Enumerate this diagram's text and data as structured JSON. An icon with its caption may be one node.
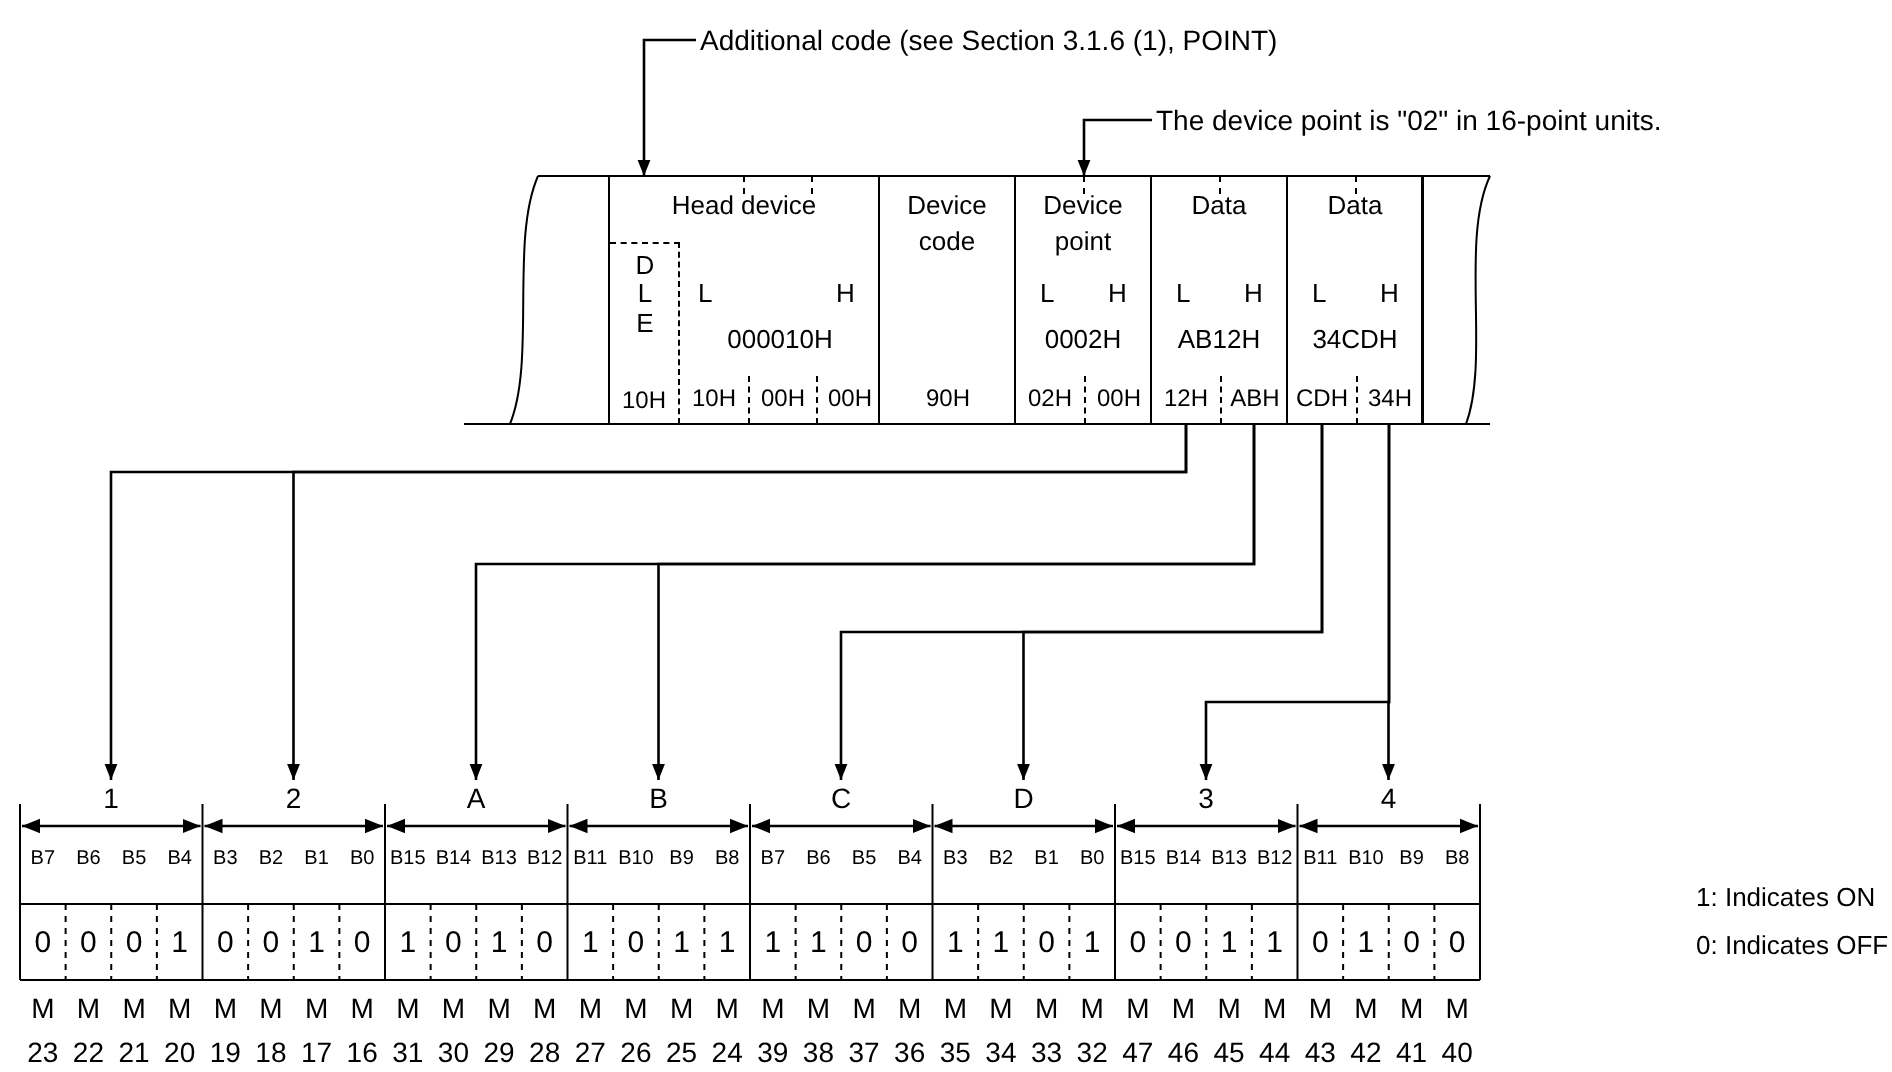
{
  "diagram": {
    "nodes": [
      {
        "text": [
          "Additional code (see Section 3.1.6 (1), POINT)"
        ]
      },
      {
        "text": [
          "The device point is \"02\" in 16-point units."
        ]
      },
      {
        "text": [
          "Head device",
          "L",
          "H",
          "000010H"
        ]
      },
      {
        "text": [
          "DLE"
        ],
        "in": 2
      },
      {
        "text": [
          "10H"
        ],
        "in": 3
      },
      {
        "text": [
          "10H"
        ],
        "in": 2
      },
      {
        "text": [
          "00H"
        ],
        "in": 2
      },
      {
        "text": [
          "00H"
        ],
        "in": 2
      },
      {
        "text": [
          "Device code"
        ]
      },
      {
        "text": [
          "90H"
        ],
        "in": 8
      },
      {
        "text": [
          "Device point",
          "L",
          "H",
          "0002H"
        ]
      },
      {
        "text": [
          "02H"
        ],
        "in": 10
      },
      {
        "text": [
          "00H"
        ],
        "in": 10
      },
      {
        "text": [
          "Data",
          "L",
          "H",
          "AB12H"
        ]
      },
      {
        "text": [
          "12H"
        ],
        "in": 13
      },
      {
        "text": [
          "ABH"
        ],
        "in": 13
      },
      {
        "text": [
          "Data",
          "L",
          "H",
          "34CDH"
        ]
      },
      {
        "text": [
          "CDH"
        ],
        "in": 16
      },
      {
        "text": [
          "34H"
        ],
        "in": 16
      },
      {
        "text": [
          "1"
        ]
      },
      {
        "text": [
          "2"
        ]
      },
      {
        "text": [
          "A"
        ]
      },
      {
        "text": [
          "B"
        ]
      },
      {
        "text": [
          "C"
        ]
      },
      {
        "text": [
          "D"
        ]
      },
      {
        "text": [
          "3"
        ]
      },
      {
        "text": [
          "4"
        ]
      }
    ],
    "edges": [
      {
        "from": 0,
        "to": 2,
        "arrow": "to"
      },
      {
        "from": 1,
        "to": 10,
        "arrow": "to"
      },
      {
        "from": 14,
        "to": 19,
        "arrow": "to"
      },
      {
        "from": 14,
        "to": 20,
        "arrow": "to"
      },
      {
        "from": 15,
        "to": 21,
        "arrow": "to"
      },
      {
        "from": 15,
        "to": 22,
        "arrow": "to"
      },
      {
        "from": 17,
        "to": 23,
        "arrow": "to"
      },
      {
        "from": 17,
        "to": 24,
        "arrow": "to"
      },
      {
        "from": 18,
        "to": 25,
        "arrow": "to"
      },
      {
        "from": 18,
        "to": 26,
        "arrow": "to"
      }
    ],
    "labels": [
      "B7",
      "B6",
      "B5",
      "B4",
      "B3",
      "B2",
      "B1",
      "B0",
      "B15",
      "B14",
      "B13",
      "B12",
      "B11",
      "B10",
      "B9",
      "B8",
      "B7",
      "B6",
      "B5",
      "B4",
      "B3",
      "B2",
      "B1",
      "B0",
      "B15",
      "B14",
      "B13",
      "B12",
      "B11",
      "B10",
      "B9",
      "B8",
      "0",
      "0",
      "0",
      "1",
      "0",
      "0",
      "1",
      "0",
      "1",
      "0",
      "1",
      "0",
      "1",
      "0",
      "1",
      "1",
      "1",
      "1",
      "0",
      "0",
      "1",
      "1",
      "0",
      "1",
      "0",
      "0",
      "1",
      "1",
      "0",
      "1",
      "0",
      "0",
      "M",
      "M",
      "M",
      "M",
      "M",
      "M",
      "M",
      "M",
      "M",
      "M",
      "M",
      "M",
      "M",
      "M",
      "M",
      "M",
      "M",
      "M",
      "M",
      "M",
      "M",
      "M",
      "M",
      "M",
      "M",
      "M",
      "M",
      "M",
      "M",
      "M",
      "M",
      "M",
      "23",
      "22",
      "21",
      "20",
      "19",
      "18",
      "17",
      "16",
      "31",
      "30",
      "29",
      "28",
      "27",
      "26",
      "25",
      "24",
      "39",
      "38",
      "37",
      "36",
      "35",
      "34",
      "33",
      "32",
      "47",
      "46",
      "45",
      "44",
      "43",
      "42",
      "41",
      "40",
      "1: Indicates ON",
      "0: Indicates OFF"
    ]
  }
}
